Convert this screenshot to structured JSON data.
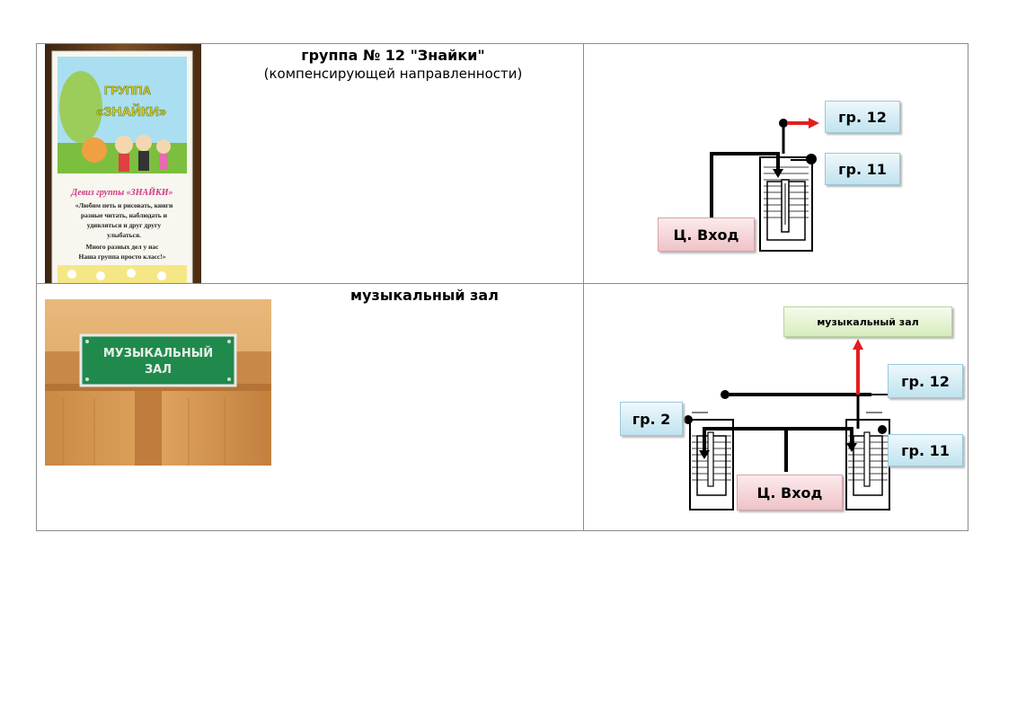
{
  "row1": {
    "title": "группа № 12 \"Знайки\"",
    "subtitle": "(компенсирующей направленности)",
    "poster": {
      "heading_line1": "ГРУППА",
      "heading_line2": "«ЗНАЙКИ»",
      "motto_title": "Девиз группы «ЗНАЙКИ»",
      "motto_line1": "«Любим петь и рисовать, книги",
      "motto_line2": "разные читать, наблюдать и",
      "motto_line3": "удивляться и друг другу",
      "motto_line4": "улыбаться.",
      "motto_line5": "Много разных дел у нас",
      "motto_line6": "Наша группа просто класс!»"
    },
    "map": {
      "label_gr12": "гр. 12",
      "label_gr11": "гр. 11",
      "label_entrance": "Ц. Вход"
    }
  },
  "row2": {
    "title": "музыкальный зал",
    "sign": {
      "line1": "МУЗЫКАЛЬНЫЙ",
      "line2": "ЗАЛ"
    },
    "map": {
      "label_hall": "музыкальный зал",
      "label_gr12": "гр. 12",
      "label_gr2": "гр. 2",
      "label_gr11": "гр. 11",
      "label_entrance": "Ц. Вход"
    }
  },
  "colors": {
    "arrow_red": "#e31e1e",
    "sign_green": "#1f8a4c",
    "label_blue": "#bfe3ef",
    "label_red": "#efc3c8",
    "label_green": "#d6ecbd"
  }
}
